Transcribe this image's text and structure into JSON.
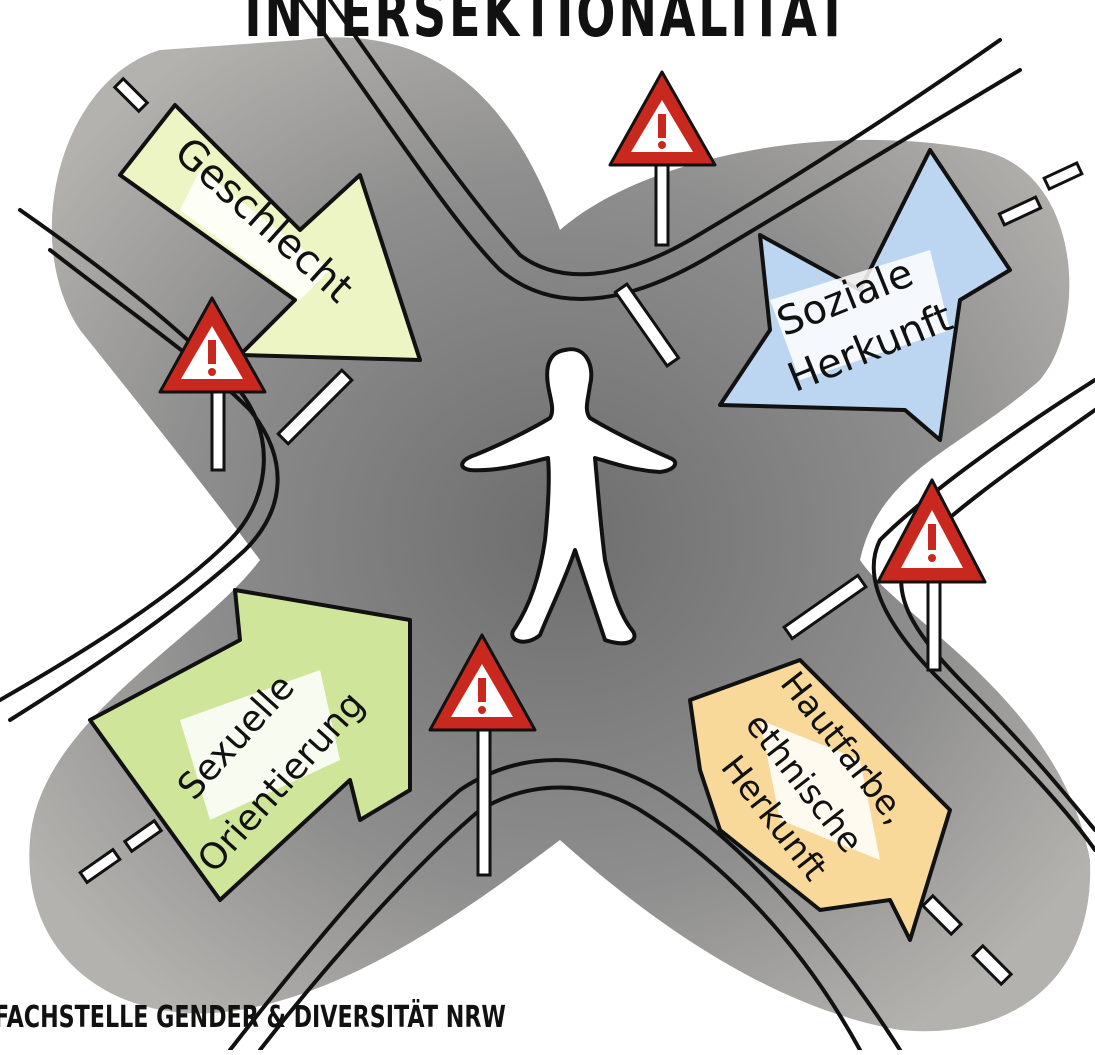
{
  "title": "INTERSEKTIONALITÄT",
  "footer": "FACHSTELLE GENDER & DIVERSITÄT NRW",
  "arrows": {
    "geschlecht": "Geschlecht",
    "soziale_1": "Soziale",
    "soziale_2": "Herkunft",
    "sexuelle_1": "Sexuelle",
    "sexuelle_2": "Orientierung",
    "haut_1": "Hautfarbe,",
    "haut_2": "ethnische",
    "haut_3": "Herkunft"
  },
  "colors": {
    "geschlecht": "#eef5c4",
    "soziale": "#bcd5f1",
    "sexuelle": "#cfe69a",
    "hautfarbe": "#f8d99a",
    "road": "#9b9b9b",
    "sign_red": "#c8281e"
  }
}
